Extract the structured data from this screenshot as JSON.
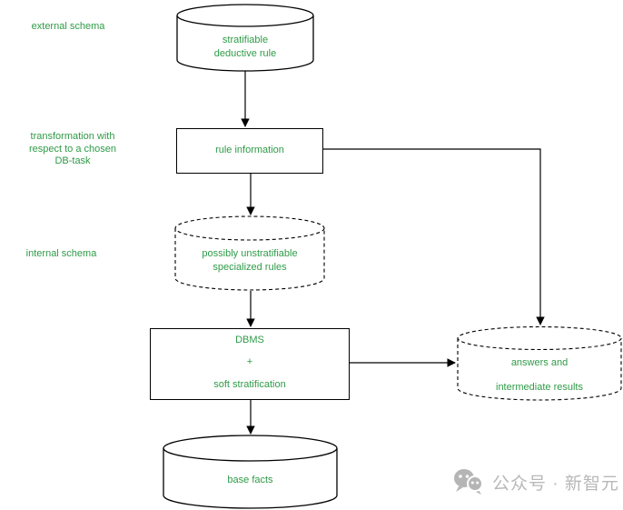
{
  "colors": {
    "diagram_text_green": "#2e9b47",
    "line_black": "#000000",
    "watermark_gray": "#b8b8b8"
  },
  "side_labels": {
    "external_schema": "external schema",
    "transformation": "transformation with\nrespect to a chosen\nDB-task",
    "internal_schema": "internal schema"
  },
  "nodes": {
    "stratifiable": {
      "type": "cylinder-solid",
      "label": "stratifiable\ndeductive rule"
    },
    "rule_information": {
      "type": "rectangle",
      "label": "rule information"
    },
    "specialized_rules": {
      "type": "cylinder-dashed",
      "label": "possibly unstratifiable\nspecialized rules"
    },
    "dbms": {
      "type": "rectangle",
      "line1": "DBMS",
      "line2": "+",
      "line3": "soft stratification"
    },
    "base_facts": {
      "type": "cylinder-solid",
      "label": "base facts"
    },
    "answers": {
      "type": "cylinder-dashed",
      "label": "answers and\nintermediate results"
    }
  },
  "edges": [
    "stratifiable -> rule_information",
    "rule_information -> specialized_rules",
    "specialized_rules -> dbms",
    "dbms -> base_facts",
    "rule_information -> answers",
    "dbms -> answers"
  ],
  "watermark": {
    "icon": "wechat-icon",
    "text": "公众号 · 新智元"
  }
}
